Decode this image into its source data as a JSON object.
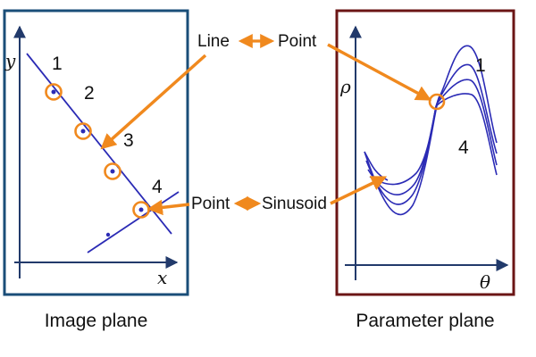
{
  "image_plane": {
    "caption": "Image plane",
    "x_axis_label": "x",
    "y_axis_label": "y",
    "point_labels": [
      "1",
      "2",
      "3",
      "4"
    ]
  },
  "parameter_plane": {
    "caption": "Parameter plane",
    "x_axis_label": "θ",
    "y_axis_label": "ρ",
    "curve_labels": [
      "1",
      "4"
    ]
  },
  "relations": {
    "line_to_point": {
      "left": "Line",
      "right": "Point"
    },
    "point_to_sinusoid": {
      "left": "Point",
      "right": "Sinusoid"
    }
  },
  "colors": {
    "image_frame": "#1a4e78",
    "parameter_frame": "#6b1515",
    "accent_orange": "#f0891e",
    "line_blue": "#2b2bb5",
    "axis": "#223a6b"
  }
}
